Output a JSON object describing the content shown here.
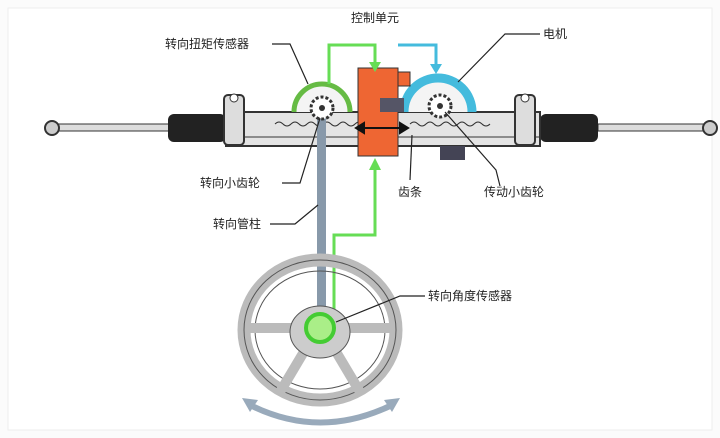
{
  "labels": {
    "torque_sensor": "转向扭矩传感器",
    "control_unit": "控制单元",
    "motor": "电机",
    "steering_pinion": "转向小齿轮",
    "rack": "齿条",
    "drive_pinion": "传动小齿轮",
    "steering_column": "转向管柱",
    "angle_sensor": "转向角度传感器"
  },
  "colors": {
    "signal_green": "#66dd55",
    "motor_cyan": "#44bbdd",
    "control_orange": "#ee6633",
    "column_gray": "#8899aa"
  }
}
